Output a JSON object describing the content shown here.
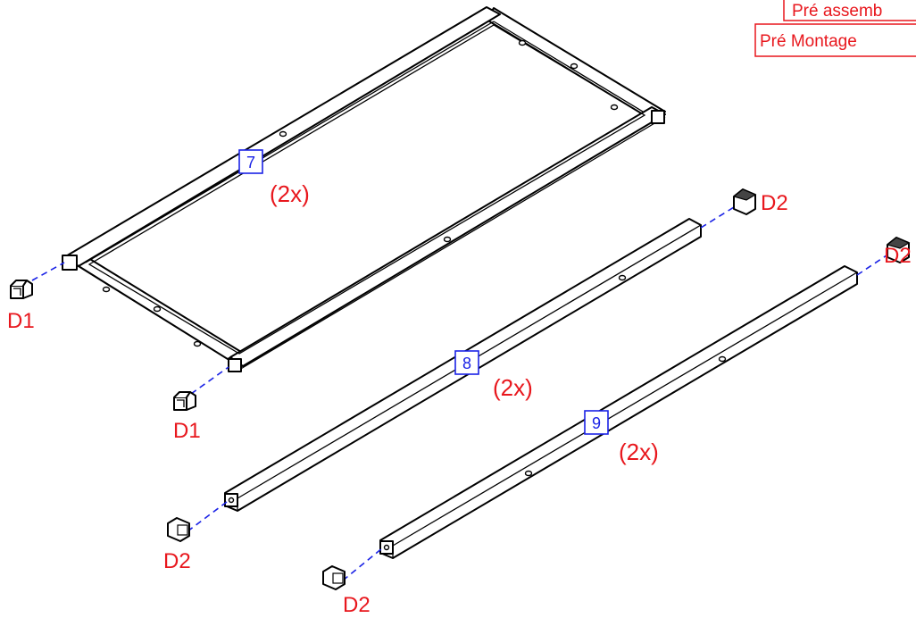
{
  "colors": {
    "label": "#e8171d",
    "callout": "#1a22e6",
    "header_border": "#e8171d",
    "lines": "#000000",
    "background": "#ffffff"
  },
  "header": {
    "row1": "Pré assemb",
    "row2": "Pré Montage"
  },
  "parts": {
    "frame": {
      "number": "7",
      "quantity": "(2x)"
    },
    "rail_a": {
      "number": "8",
      "quantity": "(2x)"
    },
    "rail_b": {
      "number": "9",
      "quantity": "(2x)"
    }
  },
  "caps": {
    "d1_left": "D1",
    "d1_bottom": "D1",
    "d2_rail_a_top": "D2",
    "d2_rail_b_top": "D2",
    "d2_rail_a_bottom": "D2",
    "d2_rail_b_bottom": "D2"
  }
}
